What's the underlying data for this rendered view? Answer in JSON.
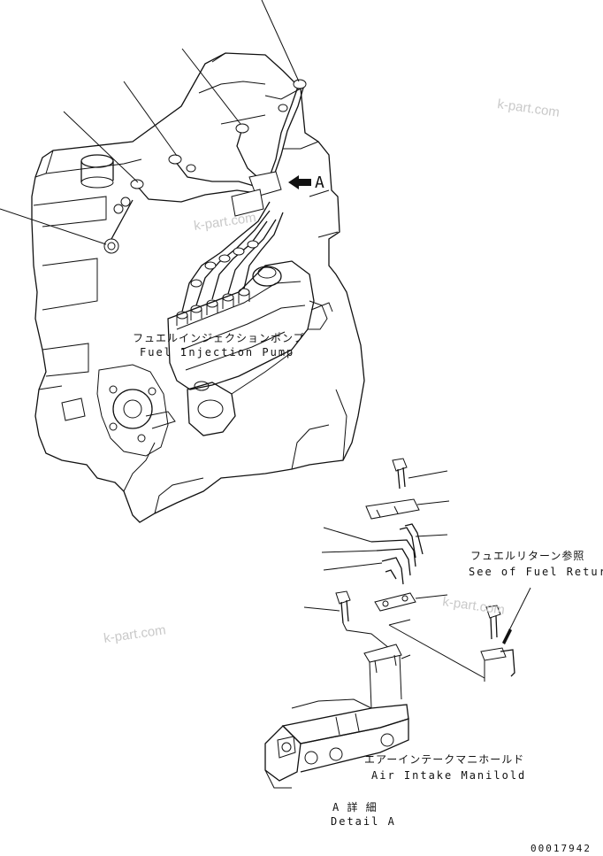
{
  "labels": {
    "fuel_injection_pump_jp": "フュエルインジェクションポンプ",
    "fuel_injection_pump_en": "Fuel Injection Pump",
    "see_fuel_return_jp": "フュエルリターン参照",
    "see_fuel_return_en": "See of Fuel Return",
    "air_intake_manifold_jp": "エアーインテークマニホールド",
    "air_intake_manifold_en": "Air Intake Manilold",
    "detail_a_jp": "A 詳 細",
    "detail_a_en": "Detail A",
    "view_arrow_letter": "A",
    "drawing_number": "00017942"
  },
  "watermarks": [
    "k-part.com",
    "k-part.com",
    "k-part.com",
    "k-part.com"
  ]
}
